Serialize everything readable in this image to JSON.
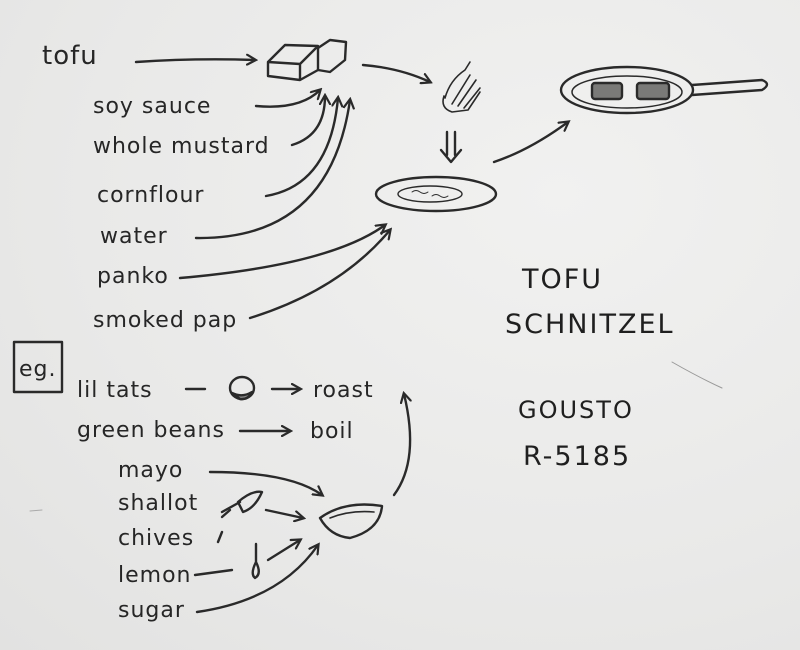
{
  "title": {
    "line1": "TOFU",
    "line2": "SCHNITZEL"
  },
  "source": {
    "line1": "GOUSTO",
    "line2": "R-5185"
  },
  "schnitzel_ingredients": {
    "main": "tofu",
    "marinade": [
      "soy sauce",
      "whole mustard"
    ],
    "batter": [
      "cornflour",
      "water"
    ],
    "coating": [
      "panko",
      "smoked pap"
    ]
  },
  "sides": {
    "label": "eg.",
    "potatoes": {
      "name": "lil tats",
      "method": "roast"
    },
    "beans": {
      "name": "green beans",
      "method": "boil"
    },
    "dressing": [
      "mayo",
      "shallot",
      "chives",
      "lemon",
      "sugar"
    ]
  }
}
